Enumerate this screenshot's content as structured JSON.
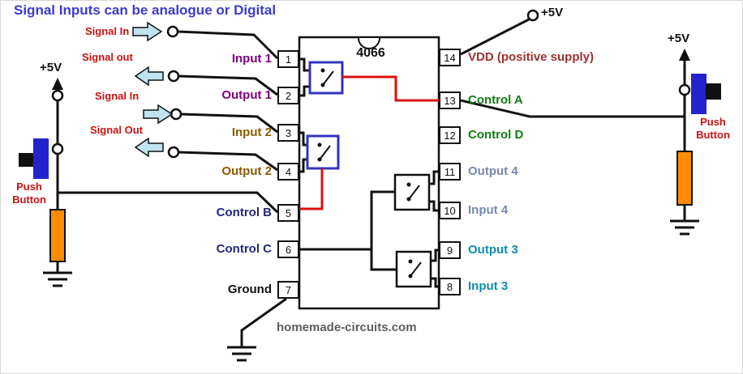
{
  "title": "Signal Inputs can be analogue or Digital",
  "watermark": "homemade-circuits.com",
  "ic": {
    "name": "4066"
  },
  "pins": {
    "left": [
      {
        "number": "1",
        "label": "Input 1"
      },
      {
        "number": "2",
        "label": "Output 1"
      },
      {
        "number": "3",
        "label": "Input 2"
      },
      {
        "number": "4",
        "label": "Output 2"
      },
      {
        "number": "5",
        "label": "Control B"
      },
      {
        "number": "6",
        "label": "Control C"
      },
      {
        "number": "7",
        "label": "Ground"
      }
    ],
    "right": [
      {
        "number": "14",
        "label": "VDD (positive supply)"
      },
      {
        "number": "13",
        "label": "Control A"
      },
      {
        "number": "12",
        "label": "Control D"
      },
      {
        "number": "11",
        "label": "Output 4"
      },
      {
        "number": "10",
        "label": "Input 4"
      },
      {
        "number": "9",
        "label": "Output 3"
      },
      {
        "number": "8",
        "label": "Input 3"
      }
    ]
  },
  "signals": {
    "in1": "Signal In",
    "out1": "Signal out",
    "in2": "Signal In",
    "out2": "Signal Out"
  },
  "supply": {
    "top": "+5V",
    "left": "+5V",
    "right": "+5V"
  },
  "push_buttons": {
    "left": "Push Button",
    "right": "Push Button"
  },
  "colors": {
    "title_blue": "#3b3bd1",
    "signal_red": "#cc1111",
    "wire_red": "#dd1111",
    "arrow_cyan": "#bfe3ef",
    "resistor_orange": "#ff8c00",
    "button_blue": "#2323cd",
    "label_purple": "#800080",
    "label_brown": "#8b5a00",
    "label_navy": "#26267e",
    "label_dark_red": "#a03030",
    "label_green": "#0f7d0f",
    "label_slate": "#7788aa",
    "label_teal": "#0e8ca8"
  }
}
